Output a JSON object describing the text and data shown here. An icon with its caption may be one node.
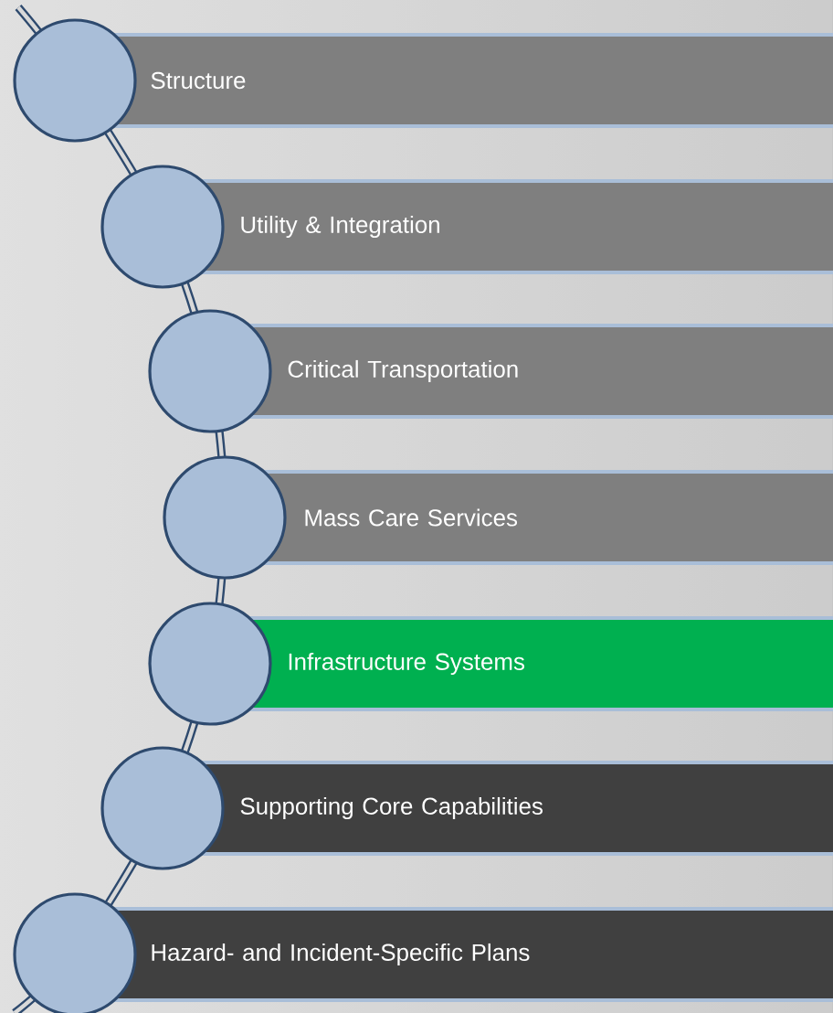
{
  "diagram": {
    "nodes": [
      {
        "text": [
          "Structure"
        ]
      },
      {
        "text": [
          "Utility & Integration"
        ]
      },
      {
        "text": [
          "Critical Transportation"
        ]
      },
      {
        "text": [
          "Mass Care Services"
        ]
      },
      {
        "text": [
          "Infrastructure Systems"
        ]
      },
      {
        "text": [
          "Supporting Core Capabilities"
        ]
      },
      {
        "text": [
          "Hazard- and Incident-Specific Plans"
        ]
      }
    ]
  }
}
